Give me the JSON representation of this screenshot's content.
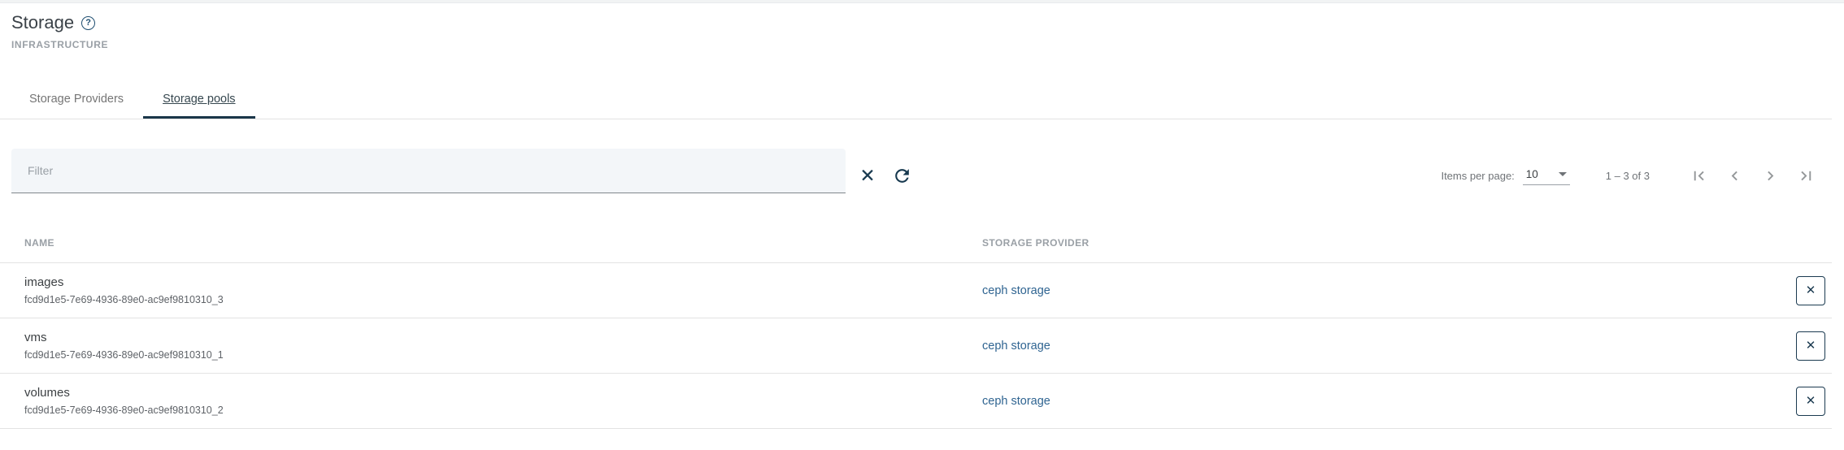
{
  "page": {
    "title": "Storage",
    "section_label": "INFRASTRUCTURE"
  },
  "icons": {
    "help": "?",
    "clear": "✕",
    "refresh": "refresh-arrow",
    "caret": "caret-down",
    "first_page": "first-page-chevron",
    "previous_page": "left-chevron",
    "next_page": "right-chevron",
    "last_page": "last-page-chevron"
  },
  "tabs": [
    {
      "label": "Storage Providers",
      "active": false
    },
    {
      "label": "Storage pools",
      "active": true
    }
  ],
  "filter": {
    "placeholder": "Filter",
    "value": ""
  },
  "paginator": {
    "items_per_page_label": "Items per page:",
    "page_size": "10",
    "page_size_options_visible": "10",
    "range_label": "1 – 3 of 3"
  },
  "table": {
    "columns": [
      {
        "key": "name",
        "label": "NAME"
      },
      {
        "key": "provider",
        "label": "STORAGE PROVIDER"
      }
    ],
    "rows": [
      {
        "name": "images",
        "id": "fcd9d1e5-7e69-4936-89e0-ac9ef9810310_3",
        "provider": "ceph storage"
      },
      {
        "name": "vms",
        "id": "fcd9d1e5-7e69-4936-89e0-ac9ef9810310_1",
        "provider": "ceph storage"
      },
      {
        "name": "volumes",
        "id": "fcd9d1e5-7e69-4936-89e0-ac9ef9810310_2",
        "provider": "ceph storage"
      }
    ]
  },
  "colors": {
    "primary_navy": "#1b3a50",
    "link_blue": "#2f6491",
    "tab_ink_bar": "#1b374a",
    "muted_gray": "#9aa0a6",
    "filter_bg": "#f3f6f9",
    "row_border": "#e3e3e3"
  }
}
